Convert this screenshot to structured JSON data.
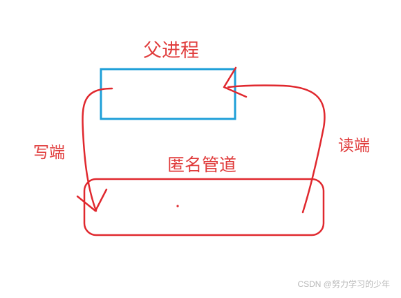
{
  "labels": {
    "parent_process": "父进程",
    "write_end": "写端",
    "read_end": "读端",
    "anonymous_pipe": "匿名管道"
  },
  "watermark": "CSDN @努力学习的少年",
  "colors": {
    "label_red": "#e03c3c",
    "stroke_red": "#e0282e",
    "process_box_blue": "#1e9fd8",
    "background": "#ffffff",
    "watermark_gray": "#b8b8b8"
  }
}
